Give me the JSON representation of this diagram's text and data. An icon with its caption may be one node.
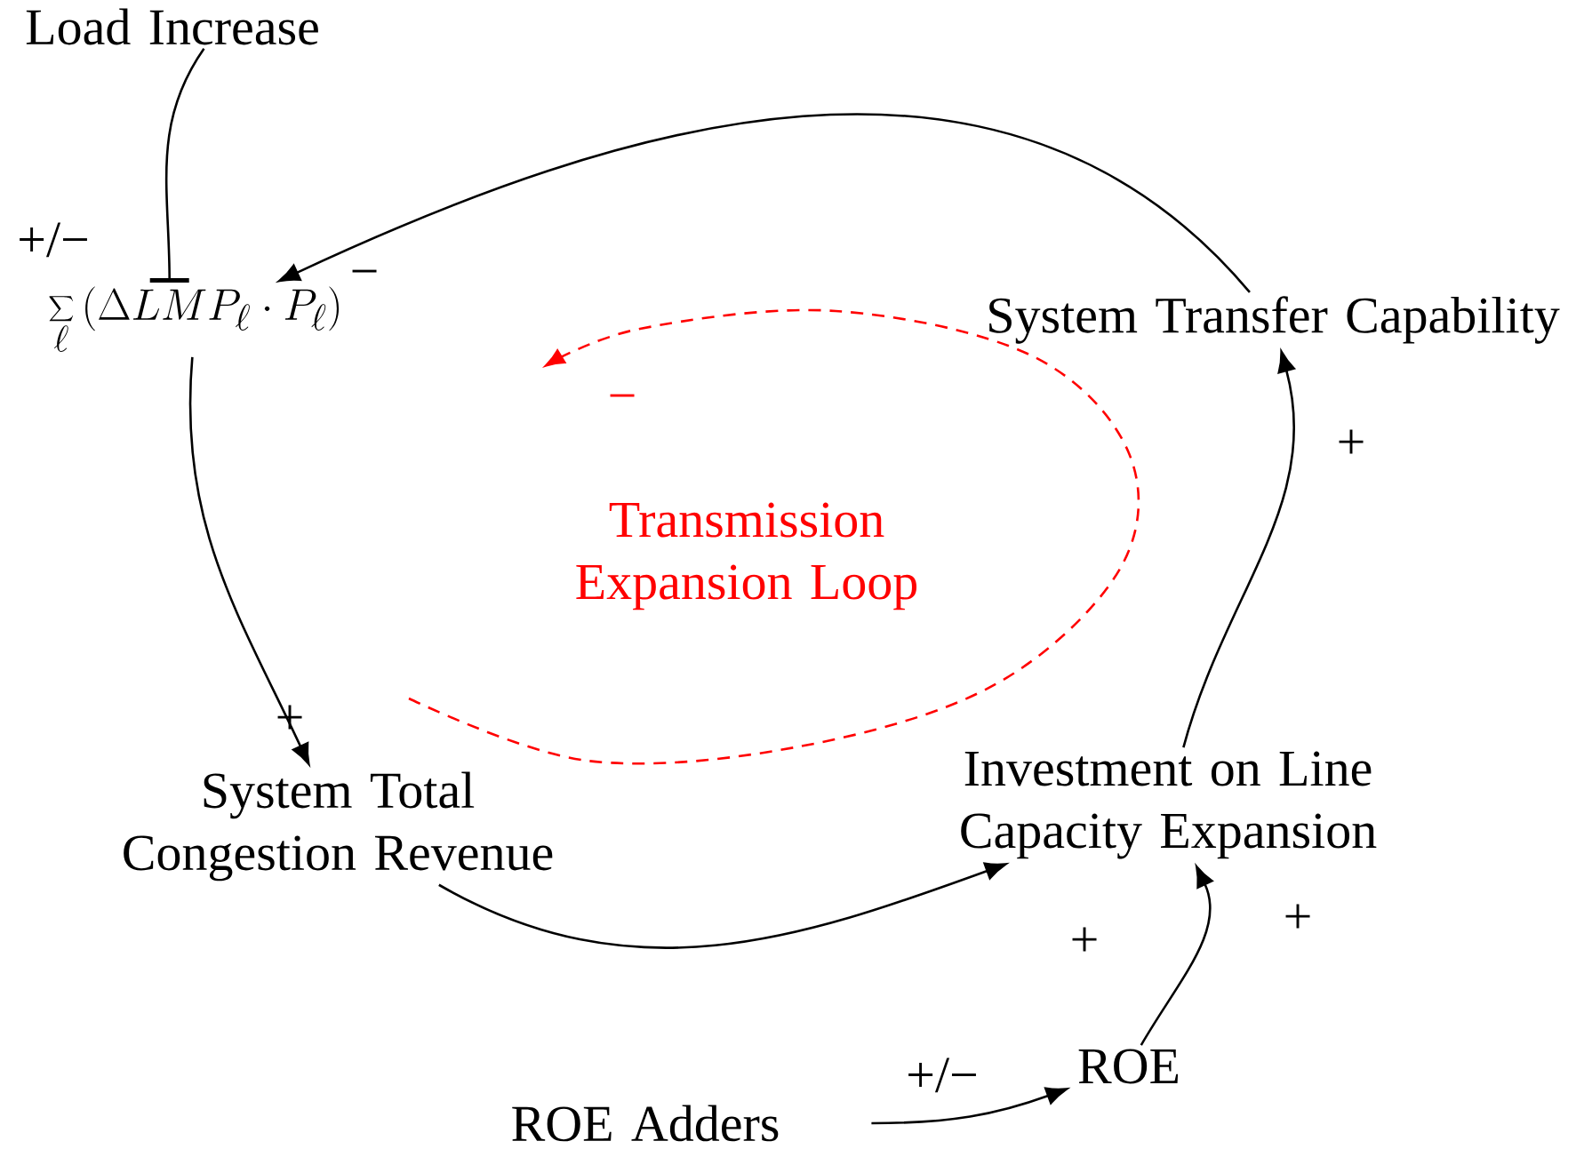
{
  "diagram": {
    "nodes": [
      {
        "text": [
          "Load Increase"
        ]
      },
      {
        "text": [
          "\\sum_{\\ell}\\left(\\Delta LMP_{\\ell}\\cdot P_{\\ell}\\right)"
        ]
      },
      {
        "text": [
          "System Total Congestion Revenue"
        ]
      },
      {
        "text": [
          "Investment on Line Capacity Expansion"
        ]
      },
      {
        "text": [
          "System Transfer Capability"
        ]
      },
      {
        "text": [
          "ROE"
        ]
      },
      {
        "text": [
          "ROE Adders"
        ]
      }
    ],
    "edges": [
      {
        "from": 0,
        "to": 1,
        "arrow": "other",
        "label": "+/−"
      },
      {
        "from": 4,
        "to": 1,
        "arrow": "to",
        "label": "−"
      },
      {
        "from": 1,
        "to": 2,
        "arrow": "to",
        "label": "+"
      },
      {
        "from": 2,
        "to": 3,
        "arrow": "to",
        "label": "+"
      },
      {
        "from": 3,
        "to": 4,
        "arrow": "to",
        "label": "+"
      },
      {
        "from": 5,
        "to": 3,
        "arrow": "to",
        "label": "+"
      },
      {
        "from": 6,
        "to": 5,
        "arrow": "to",
        "label": "+/−"
      }
    ],
    "labels": [
      "Transmission Expansion Loop",
      "−"
    ]
  }
}
